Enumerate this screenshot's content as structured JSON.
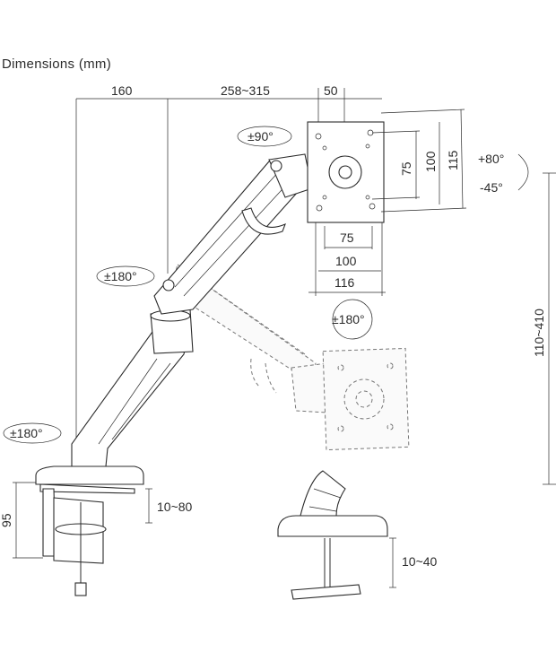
{
  "title": "Dimensions (mm)",
  "dims": {
    "top_left": "160",
    "top_mid": "258~315",
    "top_right": "50",
    "vesa_h_outer": "116",
    "vesa_h_100": "100",
    "vesa_h_75": "75",
    "vesa_v_75": "75",
    "vesa_v_100": "100",
    "vesa_v_115": "115",
    "height_range": "110~410",
    "base_height": "95",
    "clamp_range": "10~80",
    "grommet_range": "10~40"
  },
  "rotations": {
    "top_rot": "±90°",
    "tilt_up": "+80°",
    "tilt_down": "-45°",
    "elbow_rot": "±180°",
    "head_rot": "±180°",
    "base_rot": "±180°"
  },
  "colors": {
    "line": "#2b2b2b",
    "ghost": "#777777"
  }
}
